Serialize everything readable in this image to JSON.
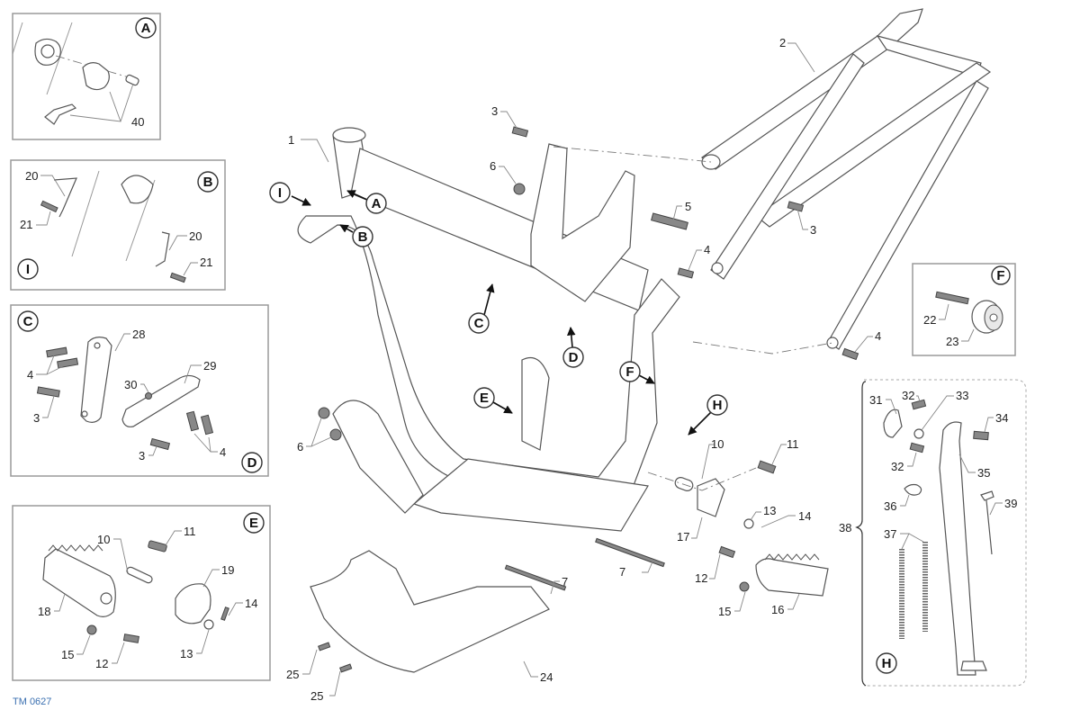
{
  "diagram": {
    "reference_code": "TM 0627",
    "detail_letters": [
      "A",
      "B",
      "C",
      "D",
      "E",
      "F",
      "H",
      "I"
    ],
    "main": {
      "labels": {
        "p1": "1",
        "p2": "2",
        "p3a": "3",
        "p3b": "3",
        "p4a": "4",
        "p4b": "4",
        "p5": "5",
        "p6a": "6",
        "p6b": "6",
        "p7a": "7",
        "p7b": "7",
        "p10": "10",
        "p11": "11",
        "p12": "12",
        "p13": "13",
        "p14": "14",
        "p15": "15",
        "p16": "16",
        "p17": "17",
        "p24": "24",
        "p25a": "25",
        "p25b": "25"
      },
      "callouts": {
        "A": "A",
        "B": "B",
        "C": "C",
        "D": "D",
        "E": "E",
        "F": "F",
        "H": "H",
        "I": "I"
      }
    },
    "inset_A": {
      "letter": "A",
      "labels": {
        "p40": "40"
      }
    },
    "inset_B_I": {
      "letter_b": "B",
      "letter_i": "I",
      "labels": {
        "p20a": "20",
        "p21a": "21",
        "p20b": "20",
        "p21b": "21"
      }
    },
    "inset_C_D": {
      "letter_c": "C",
      "letter_d": "D",
      "labels": {
        "p28": "28",
        "p4a": "4",
        "p3a": "3",
        "p29": "29",
        "p30": "30",
        "p3b": "3",
        "p4b": "4"
      }
    },
    "inset_E": {
      "letter": "E",
      "labels": {
        "p10": "10",
        "p11": "11",
        "p19": "19",
        "p14": "14",
        "p18": "18",
        "p15": "15",
        "p12": "12",
        "p13": "13"
      }
    },
    "inset_F": {
      "letter": "F",
      "labels": {
        "p22": "22",
        "p23": "23"
      }
    },
    "inset_H": {
      "letter": "H",
      "group_label": "38",
      "labels": {
        "p31": "31",
        "p32a": "32",
        "p33": "33",
        "p34": "34",
        "p32b": "32",
        "p35": "35",
        "p36": "36",
        "p37": "37",
        "p39": "39"
      }
    }
  }
}
